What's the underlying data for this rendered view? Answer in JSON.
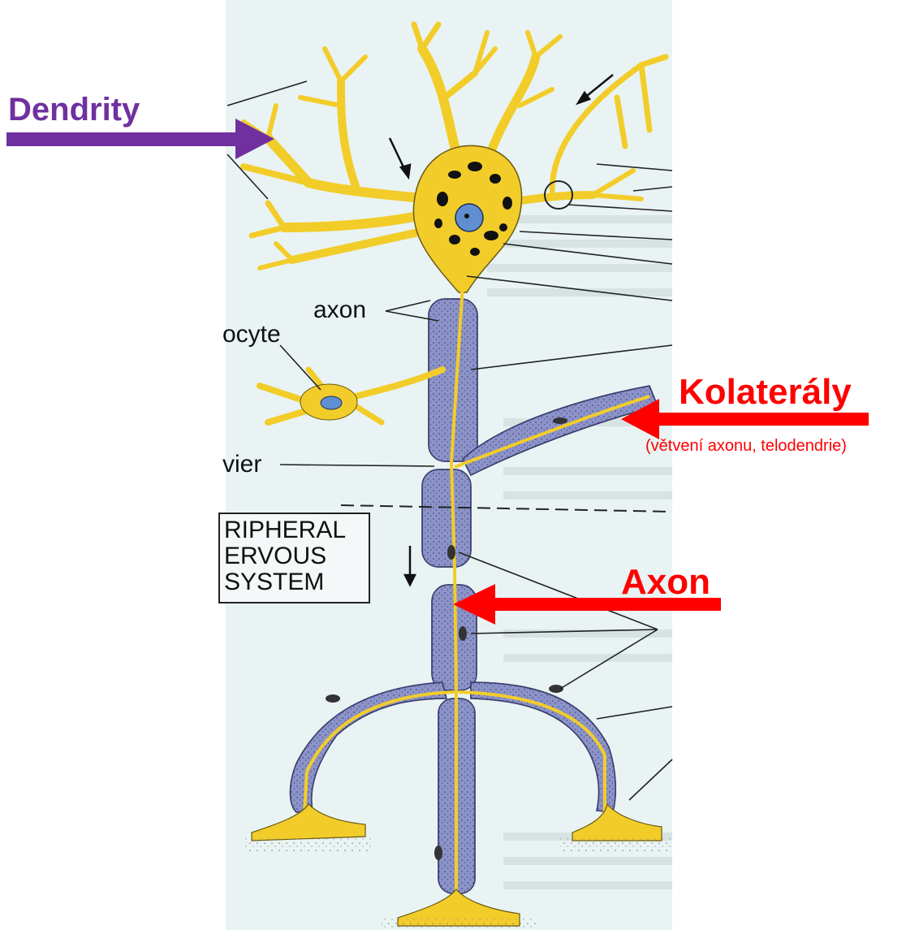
{
  "annotations": {
    "dendrity": "Dendrity",
    "kolateraly": "Kolaterály",
    "kolateraly_note": "(větvení axonu, telodendrie)",
    "axon": "Axon"
  },
  "figure_labels": {
    "axon": "axon",
    "oligodendrocyte_fragment": "ocyte",
    "ranvier_fragment": "vier",
    "pns_line1": "RIPHERAL",
    "pns_line2": "ERVOUS",
    "pns_line3": "SYSTEM"
  },
  "colors": {
    "paper": "#e9f3f3",
    "neuron_yellow": "#f2cd2a",
    "myelin_blue": "#8b93c8",
    "nucleus_blue": "#5f8fd0",
    "dendrity_arrow": "#7030a0",
    "highlight_arrows": "#ff0000"
  }
}
